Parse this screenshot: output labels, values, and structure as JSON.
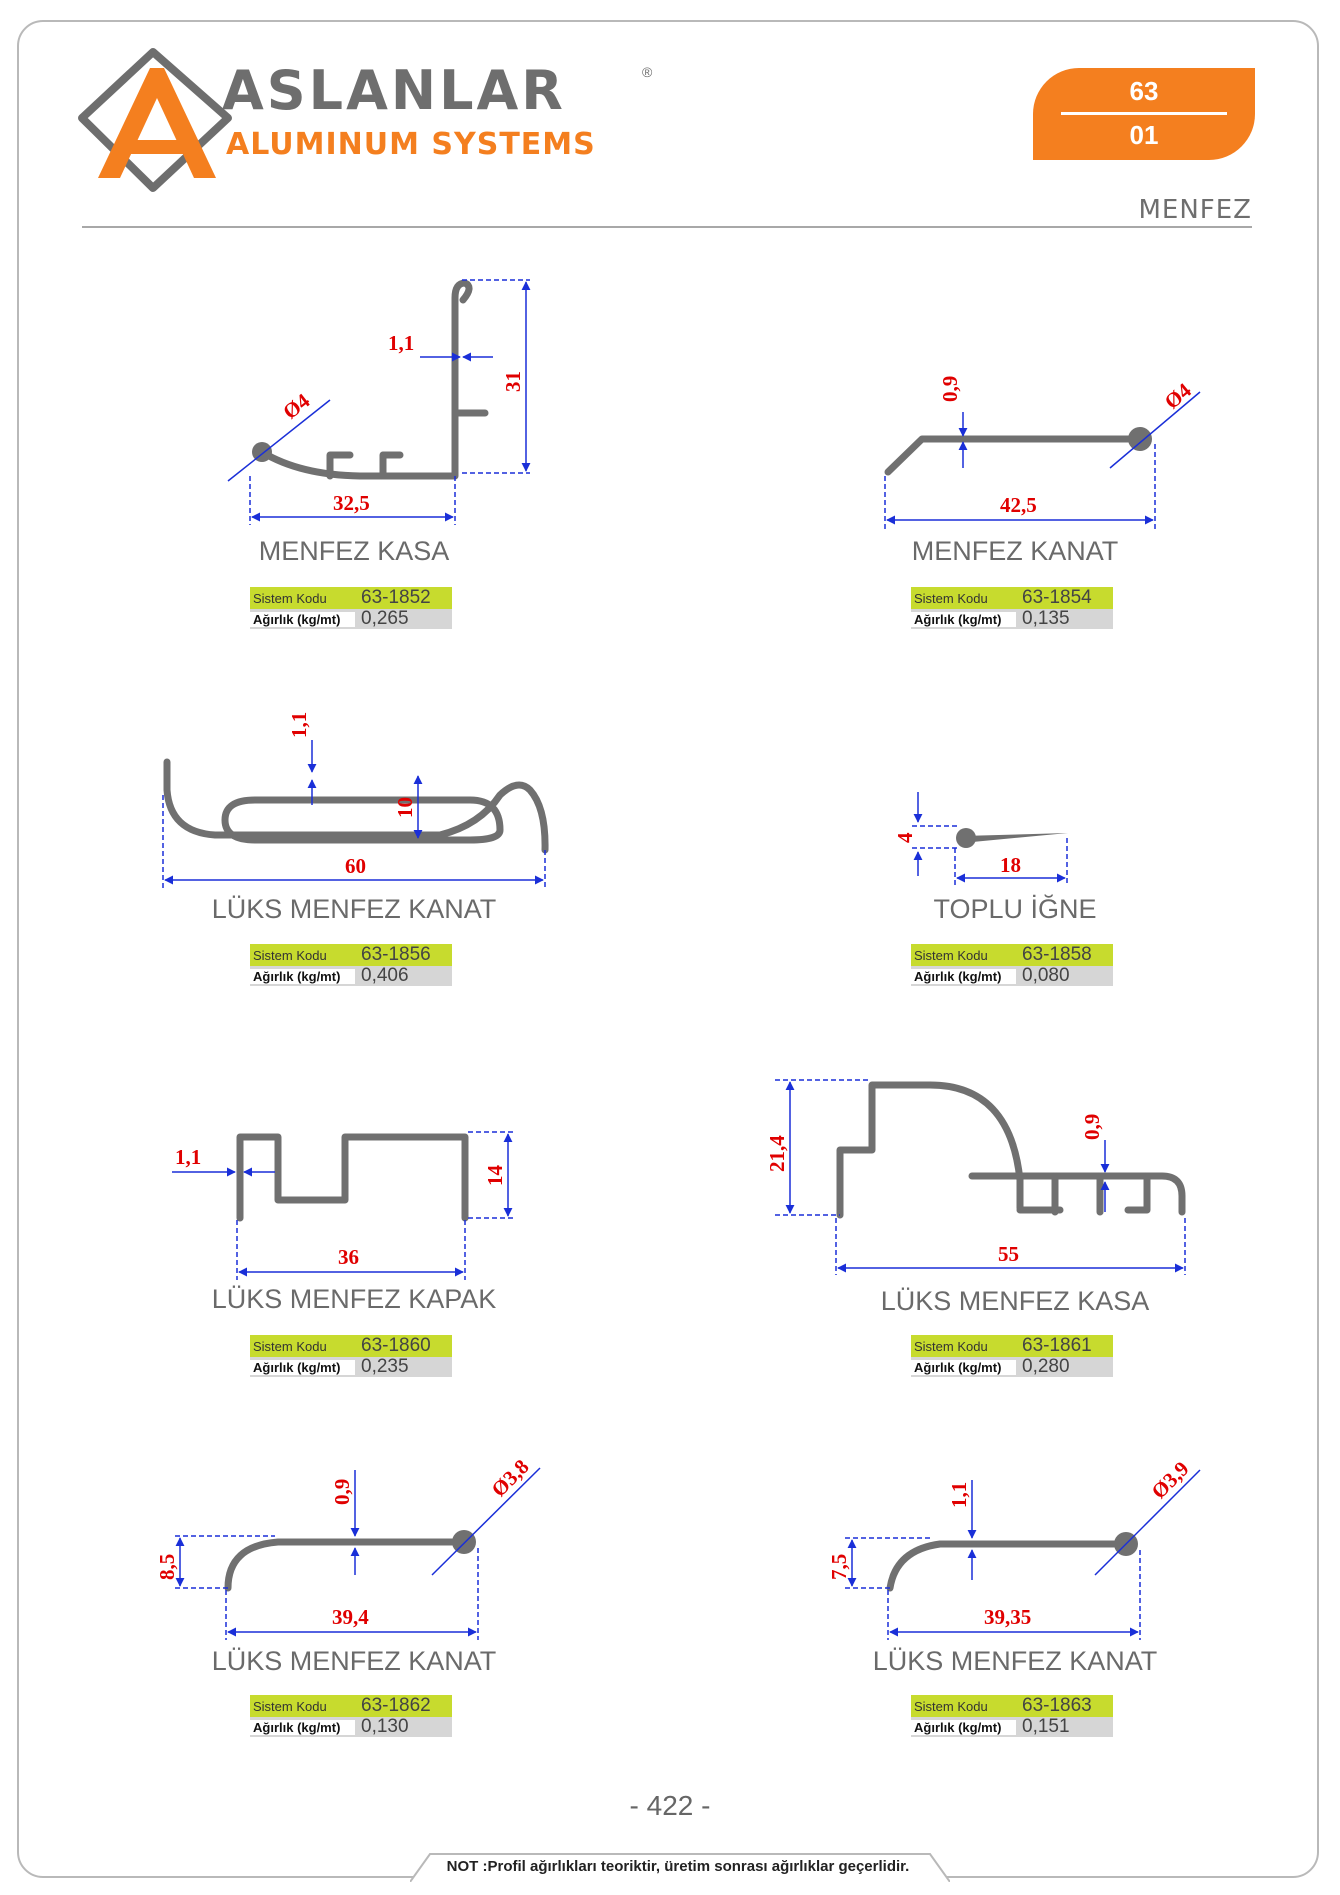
{
  "brand": {
    "name": "ASLANLAR",
    "reg": "®",
    "sub": "ALUMINUM SYSTEMS"
  },
  "badge": {
    "top": "63",
    "bottom": "01"
  },
  "section_title": "MENFEZ",
  "colors": {
    "accent": "#f47f1f",
    "code_bg": "#c7db2e",
    "weight_bg": "#d6d6d6",
    "profile": "#707070",
    "dim_line": "#1a2fd8",
    "dim_text": "#e00000"
  },
  "labels": {
    "code": "Sistem Kodu",
    "weight": "Ağırlık (kg/mt)"
  },
  "products": [
    {
      "name": "MENFEZ KASA",
      "code": "63-1852",
      "weight": "0,265",
      "dims": [
        "Ø4",
        "1,1",
        "31",
        "32,5"
      ]
    },
    {
      "name": "MENFEZ KANAT",
      "code": "63-1854",
      "weight": "0,135",
      "dims": [
        "0,9",
        "Ø4",
        "42,5"
      ]
    },
    {
      "name": "LÜKS MENFEZ KANAT",
      "code": "63-1856",
      "weight": "0,406",
      "dims": [
        "1,1",
        "10",
        "60"
      ]
    },
    {
      "name": "TOPLU İĞNE",
      "code": "63-1858",
      "weight": "0,080",
      "dims": [
        "4",
        "18"
      ]
    },
    {
      "name": "LÜKS MENFEZ KAPAK",
      "code": "63-1860",
      "weight": "0,235",
      "dims": [
        "1,1",
        "14",
        "36"
      ]
    },
    {
      "name": "LÜKS MENFEZ KASA",
      "code": "63-1861",
      "weight": "0,280",
      "dims": [
        "21,4",
        "0,9",
        "55"
      ]
    },
    {
      "name": "LÜKS MENFEZ KANAT",
      "code": "63-1862",
      "weight": "0,130",
      "dims": [
        "0,9",
        "Ø3,8",
        "8,5",
        "39,4"
      ]
    },
    {
      "name": "LÜKS MENFEZ KANAT",
      "code": "63-1863",
      "weight": "0,151",
      "dims": [
        "1,1",
        "Ø3,9",
        "7,5",
        "39,35"
      ]
    }
  ],
  "page_number": "- 422 -",
  "note": "NOT :Profil ağırlıkları teoriktir, üretim sonrası ağırlıklar geçerlidir."
}
